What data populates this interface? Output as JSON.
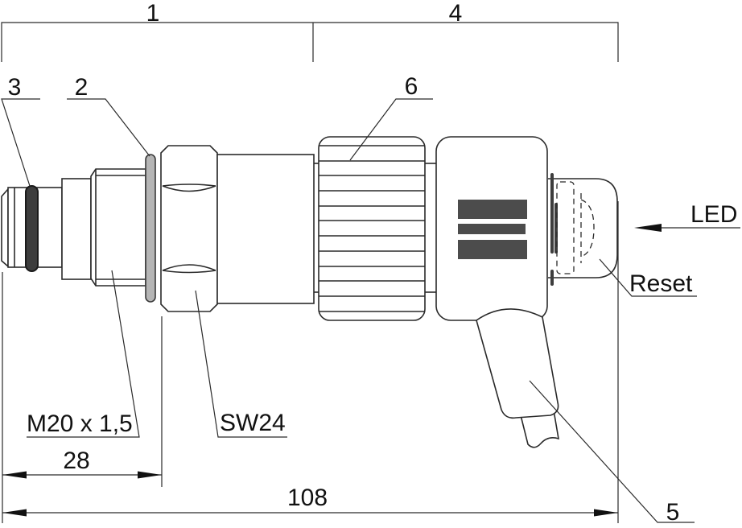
{
  "labels": {
    "pos1": "1",
    "pos2": "2",
    "pos3": "3",
    "pos4": "4",
    "pos5": "5",
    "pos6": "6",
    "thread_spec": "M20 x 1,5",
    "wrench_size": "SW24",
    "dim_28": "28",
    "dim_108": "108",
    "led": "LED",
    "reset": "Reset"
  },
  "colors": {
    "line": "#2a2a2a",
    "o_ring": "#3d3d3d",
    "sealing_washer": "#b5b5b5",
    "label_bars": "#4c4c4c",
    "background": "#ffffff"
  }
}
